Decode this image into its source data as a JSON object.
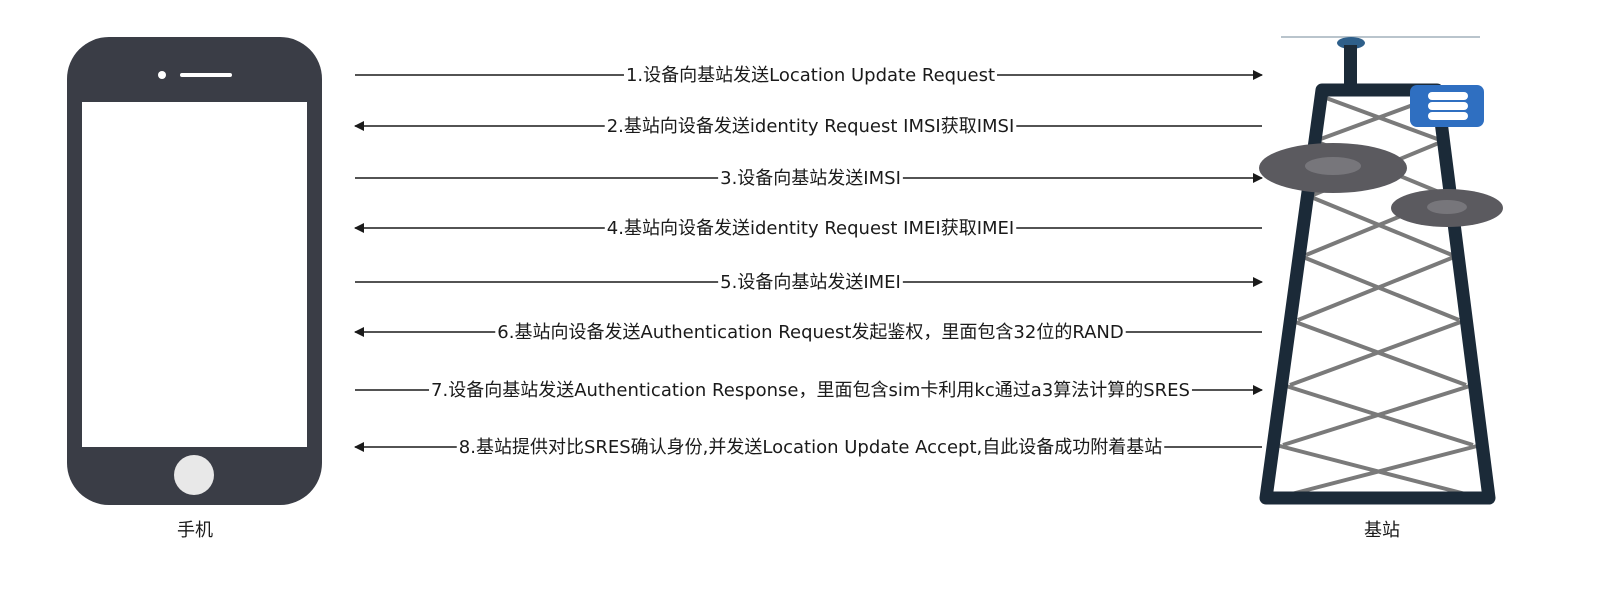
{
  "phone": {
    "label": "手机"
  },
  "tower": {
    "label": "基站"
  },
  "messages": [
    {
      "text": "1.设备向基站发送Location Update Request",
      "direction": "to-tower"
    },
    {
      "text": "2.基站向设备发送identity Request IMSI获取IMSI",
      "direction": "to-phone"
    },
    {
      "text": "3.设备向基站发送IMSI",
      "direction": "to-tower"
    },
    {
      "text": "4.基站向设备发送identity Request IMEI获取IMEI",
      "direction": "to-phone"
    },
    {
      "text": "5.设备向基站发送IMEI",
      "direction": "to-tower"
    },
    {
      "text": "6.基站向设备发送Authentication Request发起鉴权，里面包含32位的RAND",
      "direction": "to-phone"
    },
    {
      "text": "7.设备向基站发送Authentication Response，里面包含sim卡利用kc通过a3算法计算的SRES",
      "direction": "to-tower"
    },
    {
      "text": "8.基站提供对比SRES确认身份,并发送Location Update Accept,自此设备成功附着基站",
      "direction": "to-phone"
    }
  ],
  "colors": {
    "phone_body": "#3a3d46",
    "tower_frame": "#1b2a38",
    "tower_lattice": "#7a7a7a",
    "dish": "#5b5a5f",
    "server": "#2f6fc1"
  }
}
